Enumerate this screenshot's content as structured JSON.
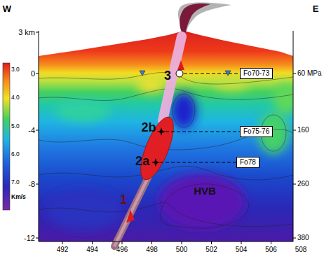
{
  "diagram": {
    "nodes": [
      {
        "text": [
          "Fo70-73"
        ]
      },
      {
        "text": [
          "Fo75-76"
        ]
      },
      {
        "text": [
          "Fo78"
        ]
      }
    ],
    "labels": [
      "W",
      "E",
      "3 km",
      "0",
      "-4",
      "-8",
      "-12",
      "60 MPa",
      "160",
      "260",
      "380",
      "3.0",
      "4.0",
      "5.0",
      "6.0",
      "7.0",
      "Km/s",
      "3",
      "2b",
      "2a",
      "1",
      "HVB",
      "492",
      "494",
      "496",
      "498",
      "500",
      "502",
      "504",
      "506",
      "508"
    ]
  }
}
